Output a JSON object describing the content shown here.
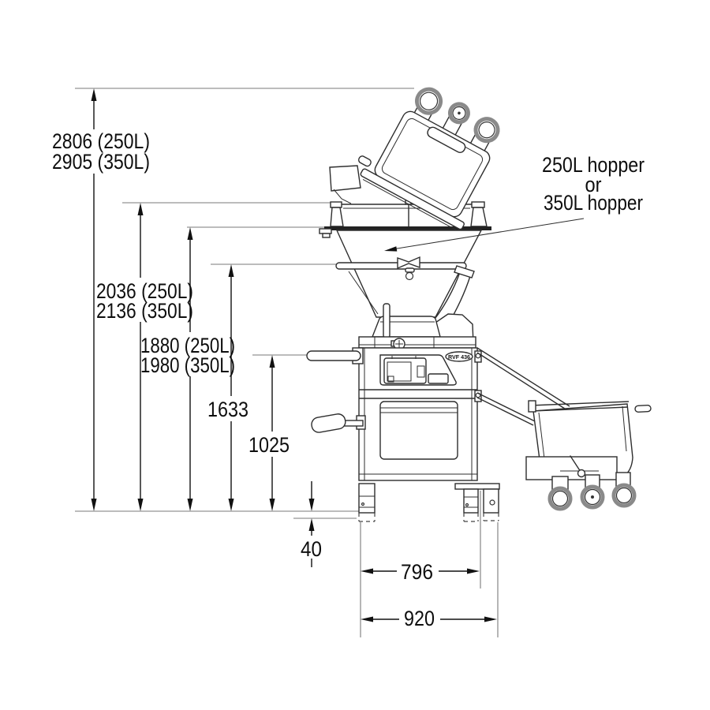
{
  "drawing": {
    "badge": "RVF 436",
    "note": {
      "line1": "250L hopper",
      "line2": "or",
      "line3": "350L hopper"
    }
  },
  "dimensions": {
    "overall_height": {
      "line1": "2806 (250L)",
      "line2": "2905 (350L)"
    },
    "rim_height": {
      "line1": "2036 (250L)",
      "line2": "2136 (350L)"
    },
    "hopper_height": {
      "line1": "1880 (250L)",
      "line2": "1980 (350L)"
    },
    "funnel_height": "1633",
    "lever_height": "1025",
    "foot_height": "40",
    "width_feet": "796",
    "width_overall": "920"
  },
  "colors": {
    "background": "#ffffff",
    "line": "#2e2e2e",
    "dimension": "#111111",
    "extension": "#7a7a7a"
  }
}
